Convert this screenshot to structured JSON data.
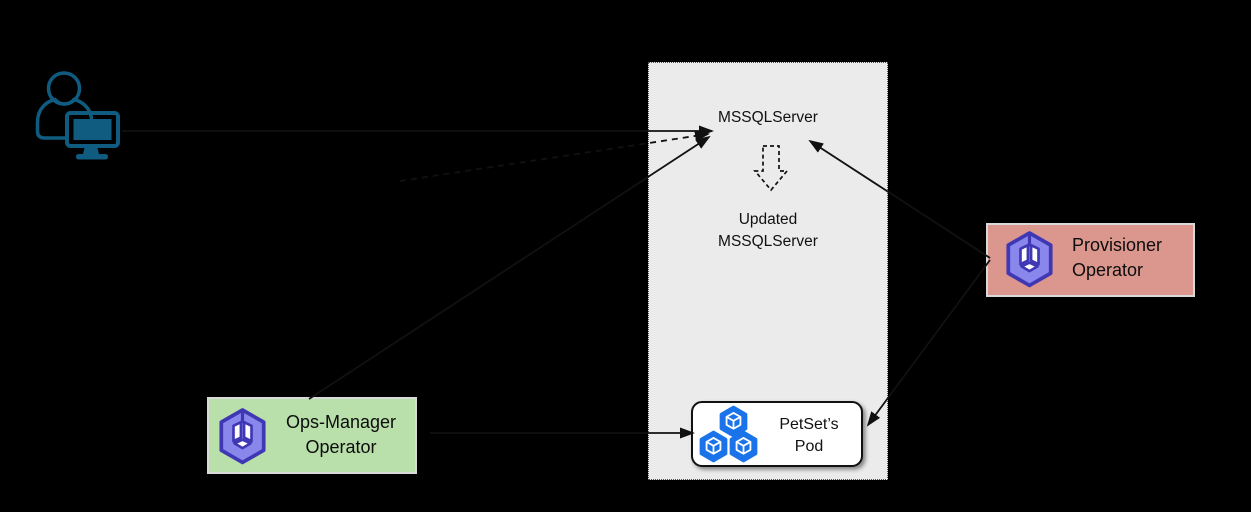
{
  "colors": {
    "bg": "#000000",
    "ink": "#111111",
    "gray-fill": "#ebebeb",
    "gray-border": "#4d4d4d",
    "green-fill": "#b9dfaa",
    "pink-fill": "#db968e",
    "box-border": "#d9d9d9",
    "user-blue": "#0f5c80",
    "pod-blue": "#1a73e8",
    "op-fill": "#8987ec",
    "op-stroke": "#3f37b3",
    "white": "#ffffff"
  },
  "nodes": {
    "user": {
      "icon": "user-at-computer-icon"
    },
    "mssqlserver": {
      "label": "MSSQLServer"
    },
    "updated_mssqlserver": {
      "line1": "Updated",
      "line2": "MSSQLServer"
    },
    "petset_pod": {
      "line1": "PetSet’s",
      "line2": "Pod",
      "icon": "pod-icon"
    },
    "ops_manager": {
      "line1": "Ops-Manager",
      "line2": "Operator",
      "icon": "operator-icon"
    },
    "provisioner": {
      "line1": "Provisioner",
      "line2": "Operator",
      "icon": "operator-icon"
    }
  },
  "edges": [
    {
      "name": "user-to-mssqlserver",
      "style": "solid"
    },
    {
      "name": "user-watch-mssqlserver",
      "style": "dashed"
    },
    {
      "name": "ops-manager-to-mssqlserver",
      "style": "solid"
    },
    {
      "name": "mssqlserver-to-updated-mssqlserver",
      "style": "dashed-block-arrow"
    },
    {
      "name": "provisioner-to-mssqlserver",
      "style": "solid"
    },
    {
      "name": "provisioner-to-petset-pod",
      "style": "solid"
    },
    {
      "name": "ops-manager-to-petset-pod",
      "style": "solid"
    }
  ]
}
